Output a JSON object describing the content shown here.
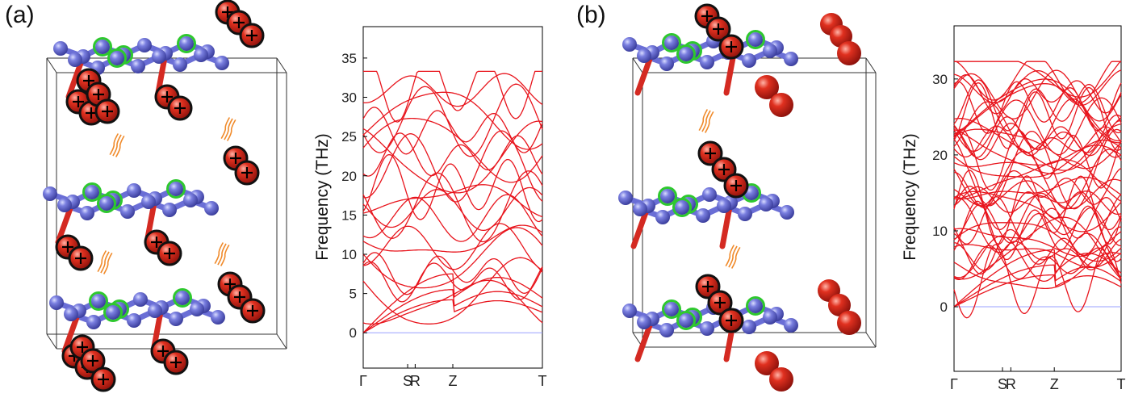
{
  "panel_labels": [
    "(a)",
    "(b)"
  ],
  "colors": {
    "band": "#e8141c",
    "atom_blue": "#6a6ed6",
    "atom_red": "#d9261f",
    "bond_red": "#d42a22",
    "bond_blue": "#6a6ed6",
    "ring_green": "#2ec82e",
    "zero_line": "#9aa0ff",
    "arrow_orange": "#f08a2a"
  },
  "chart_data": [
    {
      "type": "line",
      "ylabel": "Frequency (THz)",
      "ylim": [
        -4.5,
        39
      ],
      "yticks": [
        0,
        5,
        10,
        15,
        20,
        25,
        30,
        35
      ],
      "x_ticks": [
        {
          "label": "Γ",
          "pos": 0
        },
        {
          "label": "S",
          "pos": 0.248
        },
        {
          "label": "R",
          "pos": 0.29
        },
        {
          "label": "Z",
          "pos": 0.5
        },
        {
          "label": "T",
          "pos": 1
        }
      ],
      "band_count": 24,
      "max_frequency": 33.3
    },
    {
      "type": "line",
      "ylabel": "Frequency (THz)",
      "ylim": [
        -8.5,
        37
      ],
      "yticks": [
        0,
        10,
        20,
        30
      ],
      "x_ticks": [
        {
          "label": "Γ",
          "pos": 0
        },
        {
          "label": "S",
          "pos": 0.29
        },
        {
          "label": "R",
          "pos": 0.34
        },
        {
          "label": "Z",
          "pos": 0.6
        },
        {
          "label": "T",
          "pos": 1
        }
      ],
      "band_count": 48,
      "max_frequency": 32.3
    }
  ]
}
